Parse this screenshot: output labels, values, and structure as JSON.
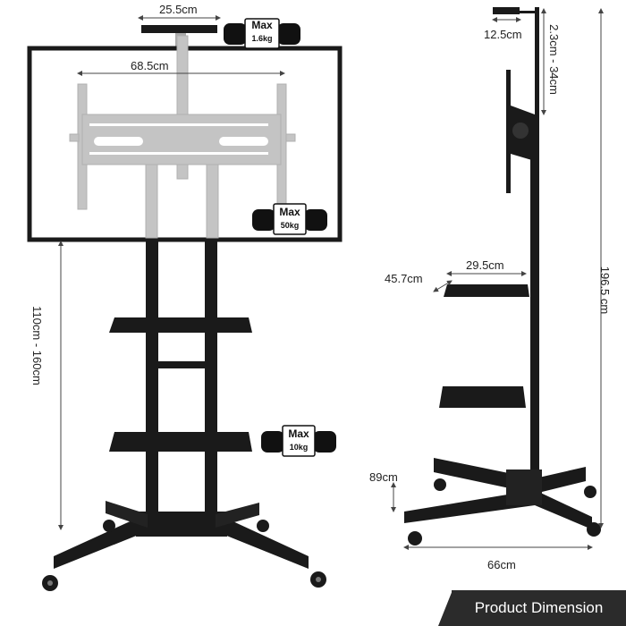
{
  "front_view": {
    "mount_width": "25.5cm",
    "top_max_label": "Max",
    "top_max_weight": "1.6kg",
    "vesa_width": "68.5cm",
    "mount_max_label": "Max",
    "mount_max_weight": "50kg",
    "height_range": "110cm - 160cm",
    "shelf_max_label": "Max",
    "shelf_max_weight": "10kg"
  },
  "side_view": {
    "camera_shelf_depth": "12.5cm",
    "camera_height_range": "2.3cm - 34cm",
    "shelf_width": "29.5cm",
    "shelf_depth": "45.7cm",
    "total_height": "196.5 cm",
    "base_depth": "89cm",
    "base_width": "66cm"
  },
  "footer": {
    "title": "Product Dimension"
  },
  "colors": {
    "frame": "#1a1a1a",
    "bracket": "#b9b9b9",
    "footer_bg": "#2b2b2b"
  }
}
